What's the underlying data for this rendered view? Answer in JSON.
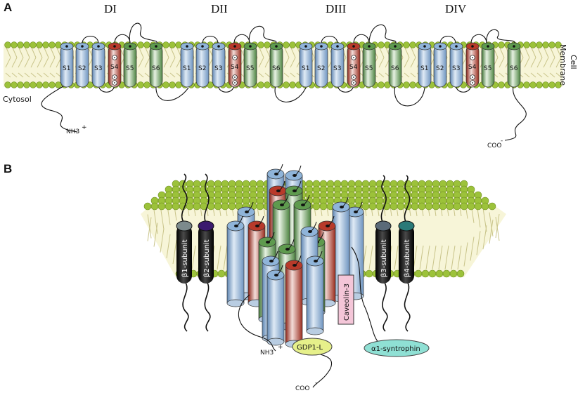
{
  "panel_a": {
    "letter": "A",
    "domains": [
      "DI",
      "DII",
      "DIII",
      "DIV"
    ],
    "segments": [
      "S1",
      "S2",
      "S3",
      "S4",
      "S5",
      "S6"
    ],
    "cytosol_label": "Cytosol",
    "membrane_label_1": "Cell",
    "membrane_label_2": "Membrane",
    "n_terminus": "NH3",
    "n_charge": "+",
    "c_terminus": "COO",
    "c_charge": "-"
  },
  "panel_b": {
    "letter": "B",
    "beta1": "β1-subunit",
    "beta2": "β2-subunit",
    "beta3": "β3-subunit",
    "beta4": "β4-subunit",
    "caveolin": "Caveolin-3",
    "gdp": "GDP1-L",
    "syntrophin": "α1-syntrophin",
    "n_terminus": "NH3",
    "n_charge": "+",
    "c_terminus": "COO",
    "c_charge": "-"
  },
  "colors": {
    "lipid_head": "#9cc23a",
    "lipid_tail": "#f3f0c8",
    "helix_blue": "#8fb4d9",
    "helix_red": "#b83a2a",
    "helix_green": "#5e9a4e",
    "beta_dark": "#1a1a1a",
    "caveolin_fill": "#f4c6d8",
    "gdp_fill": "#e6f08a",
    "syntrophin_fill": "#8fe0d4"
  }
}
